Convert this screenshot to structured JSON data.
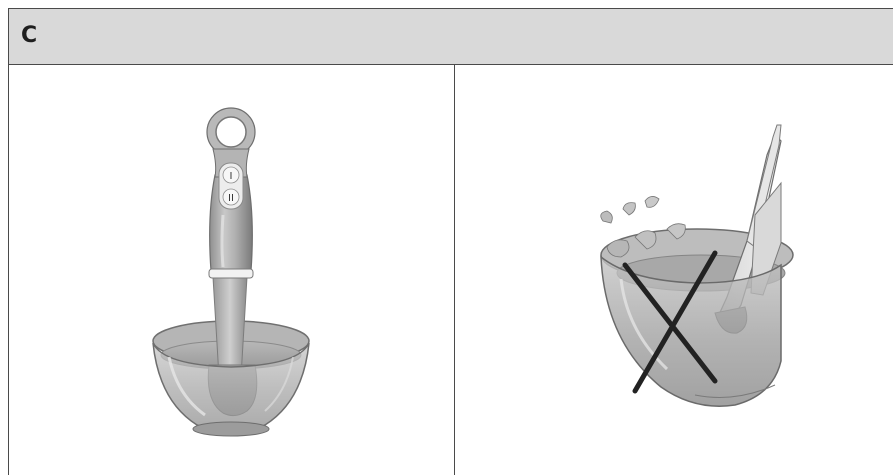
{
  "section": {
    "label": "C"
  },
  "illustrations": {
    "left": {
      "subject": "hand-blender-in-bowl",
      "buttons": [
        "I",
        "II"
      ]
    },
    "right": {
      "subject": "blender-tilted-splashing-bowl",
      "marker": "cross-prohibited"
    }
  },
  "colors": {
    "header_bg": "#d9d9d9",
    "border": "#4a4a4a",
    "cross": "#222222"
  }
}
